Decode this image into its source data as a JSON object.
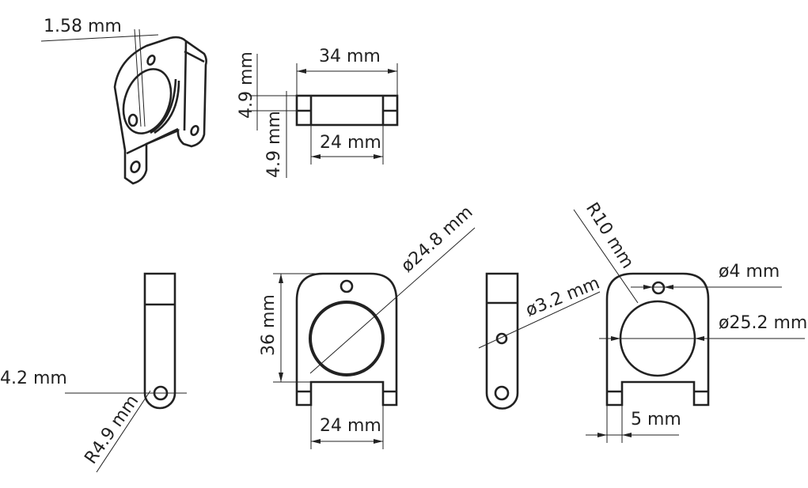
{
  "drawing": {
    "views": [
      "isometric",
      "top",
      "left",
      "front",
      "right",
      "back"
    ],
    "dimensions": {
      "iso_thickness": "1.58 mm",
      "top_width": "34 mm",
      "top_thick_a": "4.9 mm",
      "top_thick_b": "4.9 mm",
      "top_inner": "24 mm",
      "left_offset": "4.2 mm",
      "left_radius": "R4.9 mm",
      "front_height": "36 mm",
      "front_bore": "ø24.8 mm",
      "front_inner": "24 mm",
      "right_hole": "ø3.2 mm",
      "back_radius": "R10 mm",
      "back_hole": "ø4 mm",
      "back_bore": "ø25.2 mm",
      "back_tab": "5 mm"
    }
  }
}
